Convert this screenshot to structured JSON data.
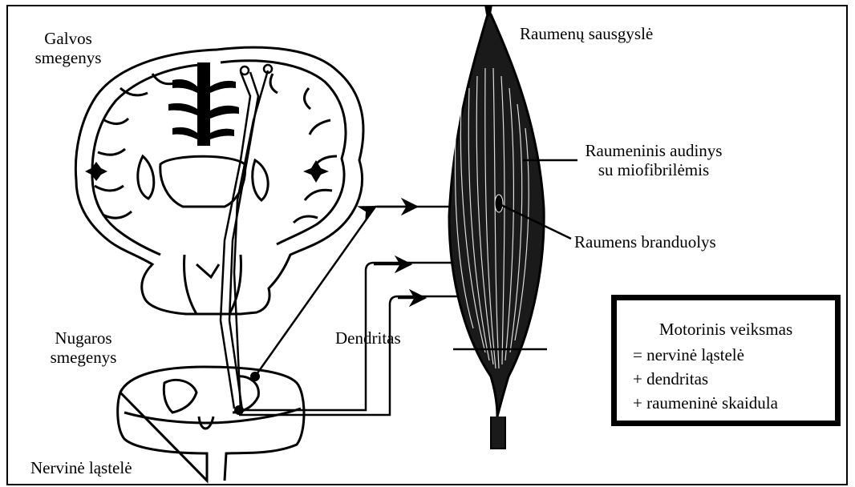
{
  "labels": {
    "brain": [
      "Galvos",
      "smegenys"
    ],
    "tendon": "Raumenų sausgyslė",
    "muscle_tissue": [
      "Raumeninis audinys",
      "su miofibrilėmis"
    ],
    "muscle_nucleus": "Raumens branduolys",
    "dendrite": "Dendritas",
    "spinal_cord": [
      "Nugaros",
      "smegenys"
    ],
    "nerve_cell": "Nervinė ląstelė"
  },
  "legend": {
    "title": "Motorinis veiksmas",
    "lines": [
      "= nervinė ląstelė",
      "+ dendritas",
      "+ raumeninė skaidula"
    ]
  }
}
